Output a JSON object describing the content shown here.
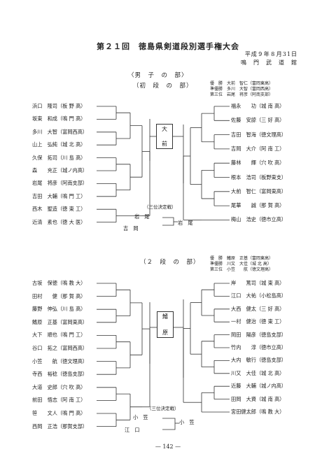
{
  "title": "第２１回　徳島県剣道段別選手権大会",
  "date": "平成９年８月31日",
  "venue": "鳴　門　武　道　館",
  "page_number": "— 142 —",
  "dan1": {
    "category": "〈男　子　の　部〉",
    "rank": "（初　段　の　部）",
    "awards": [
      "優　勝　大前　智仁（富岡東高）",
      "準優勝　多川　大智（富岡西高）",
      "第三位　岩尾　将彦（阿南支部）"
    ],
    "champion": [
      "大",
      "前"
    ],
    "left_players": [
      "浜口　隆司（板 野 高）",
      "坂東　和成（鳴 門 高）",
      "多川　大智（富岡西高）",
      "山上　弘純（城 北 高）",
      "久保　拓司（川 島 高）",
      "森　　充正（城ノ内高）",
      "岩尾　将彦（阿南支部）",
      "吉田　大輔（鳴 門 工）",
      "西木　聖造（徳 東 工）",
      "近清　素也（徳 大 医）"
    ],
    "right_players": [
      "福永　　功（城 南 高）",
      "佐藤　安諒（三 好 高）",
      "吉田　智海（徳文理高）",
      "吉岡　大介（阿 南 工）",
      "藤林　　輝（穴 吹 高）",
      "根本　浩司（板野東支）",
      "大前　智仁（富岡東高）",
      "尾華　　誠（那 賀 高）",
      "梅山　浩史（徳市立高）"
    ],
    "third_place_label": "（三位決定戦）",
    "third_place": [
      "岩　尾",
      "吉　岡",
      "岩　尾"
    ]
  },
  "dan2": {
    "rank": "（２　段　の　部）",
    "awards": [
      "優　勝　鰭原　正基（富岡東高）",
      "準優勝　川又　大佳（城 北 高）",
      "第三位　小笠　　航（徳文理高）"
    ],
    "champion": [
      "鰭",
      "原"
    ],
    "left_players": [
      "古坂　保徳（鳴 教 大）",
      "田村　　健（那 賀 高）",
      "藤野　伸弘（川 島 高）",
      "鰭原　正基（富岡東高）",
      "大下　順也（鳴 門 工）",
      "谷口　拓之（富岡西高）",
      "小笠　　航（徳文理高）",
      "寺西　裕稔（徳島支部）",
      "大道　史郎（穴 吹 高）",
      "前田　悟志（阿 南 工）",
      "笹　　文人（鳴 門 高）",
      "西岡　正浩（那賀支部）"
    ],
    "right_players": [
      "岸　　篤司（城 東 高）",
      "江口　大祐（小松島高）",
      "大西　健太（三 好 高）",
      "一村　健治（徳 東 工）",
      "岡田　陽彦（徳島支部）",
      "竹内　　淳（徳市立高）",
      "大内　敏行（徳島支部）",
      "川又　大佳（城 北 高）",
      "近藤　大輔（城ノ内高）",
      "田岡　大資（城 南 高）",
      "宮田健太郎（鳴 教 大）"
    ],
    "third_place_label": "（三位決定戦）",
    "third_place": [
      "小　笠",
      "江　口",
      "小　笠"
    ]
  }
}
